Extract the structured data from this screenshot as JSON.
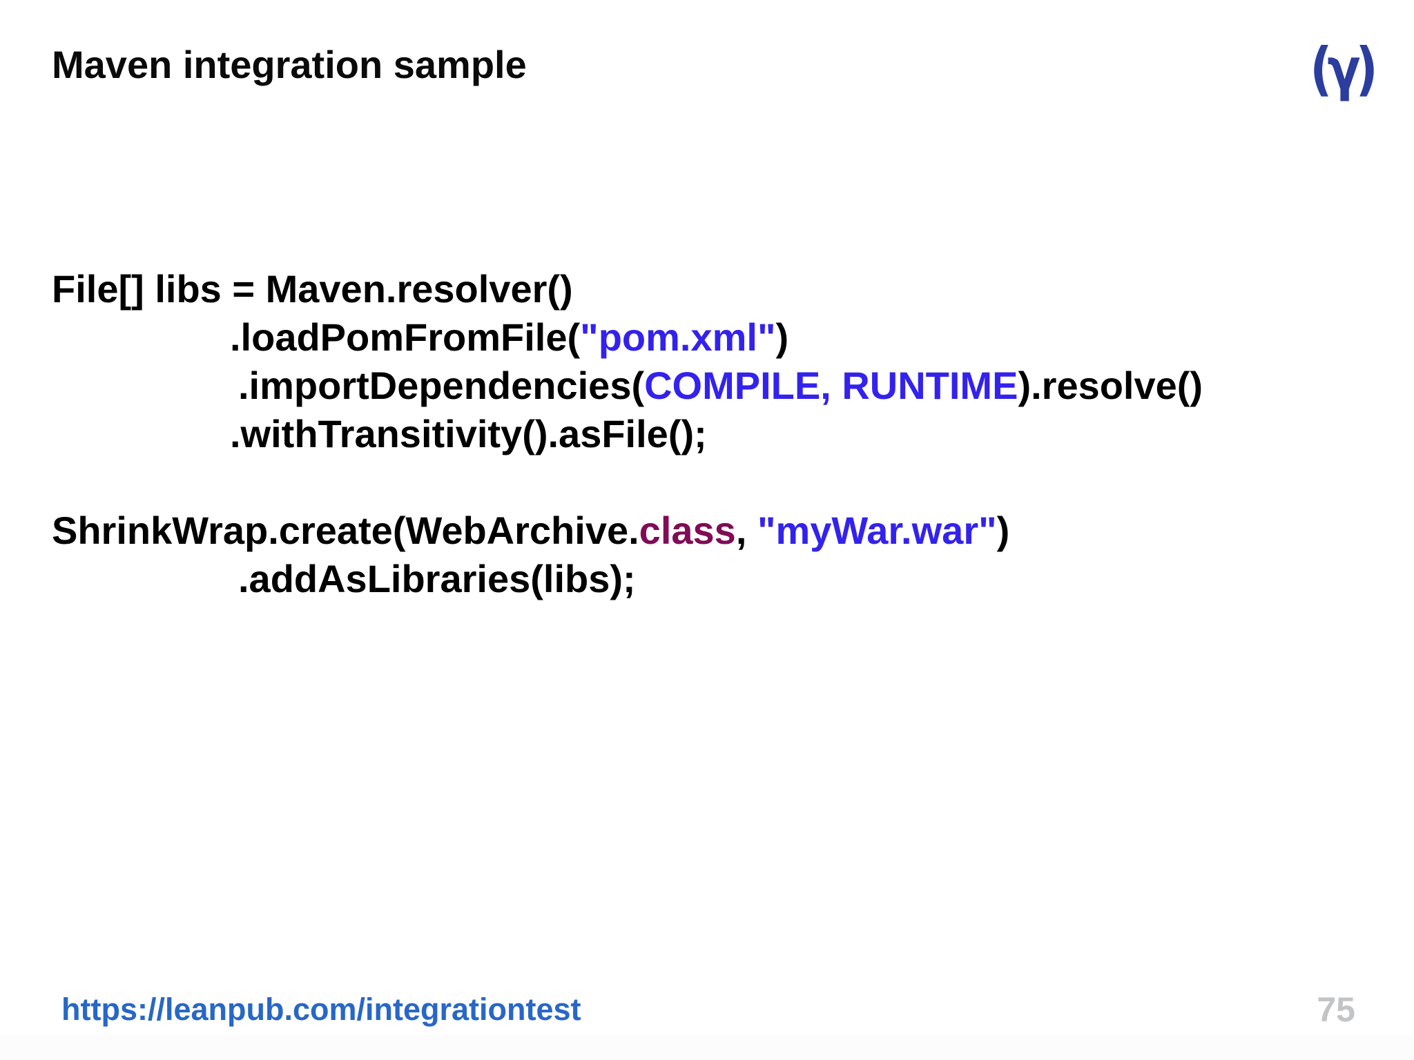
{
  "slide": {
    "title": "Maven integration sample",
    "logo": {
      "text": "(γ)",
      "color": "#2b3d9e"
    },
    "code": {
      "lines": [
        {
          "indent": 0,
          "segments": [
            {
              "kind": "plain",
              "text": "File[] libs = Maven.resolver()"
            }
          ]
        },
        {
          "indent": 258,
          "segments": [
            {
              "kind": "plain",
              "text": ".loadPomFromFile("
            },
            {
              "kind": "string",
              "text": "\"pom.xml\""
            },
            {
              "kind": "plain",
              "text": ")"
            }
          ]
        },
        {
          "indent": 270,
          "segments": [
            {
              "kind": "plain",
              "text": ".importDependencies("
            },
            {
              "kind": "constant",
              "text": "COMPILE, RUNTIME"
            },
            {
              "kind": "plain",
              "text": ").resolve()"
            }
          ]
        },
        {
          "indent": 258,
          "segments": [
            {
              "kind": "plain",
              "text": ".withTransitivity().asFile();"
            }
          ]
        },
        {
          "indent": 0,
          "segments": []
        },
        {
          "indent": 0,
          "segments": [
            {
              "kind": "plain",
              "text": "ShrinkWrap.create(WebArchive."
            },
            {
              "kind": "keyword",
              "text": "class"
            },
            {
              "kind": "plain",
              "text": ", "
            },
            {
              "kind": "string",
              "text": "\"myWar.war\""
            },
            {
              "kind": "plain",
              "text": ")"
            }
          ]
        },
        {
          "indent": 270,
          "segments": [
            {
              "kind": "plain",
              "text": ".addAsLibraries(libs);"
            }
          ]
        }
      ]
    },
    "footer": {
      "url": "https://leanpub.com/integrationtest",
      "page_number": "75"
    },
    "colors": {
      "code_plain": "#000000",
      "code_string": "#3322ee",
      "code_constant": "#3322ee",
      "code_keyword": "#7f0c55",
      "logo_blue": "#2b3d9e",
      "url_blue": "#2767c6",
      "page_gray": "#c2c4c6"
    }
  }
}
